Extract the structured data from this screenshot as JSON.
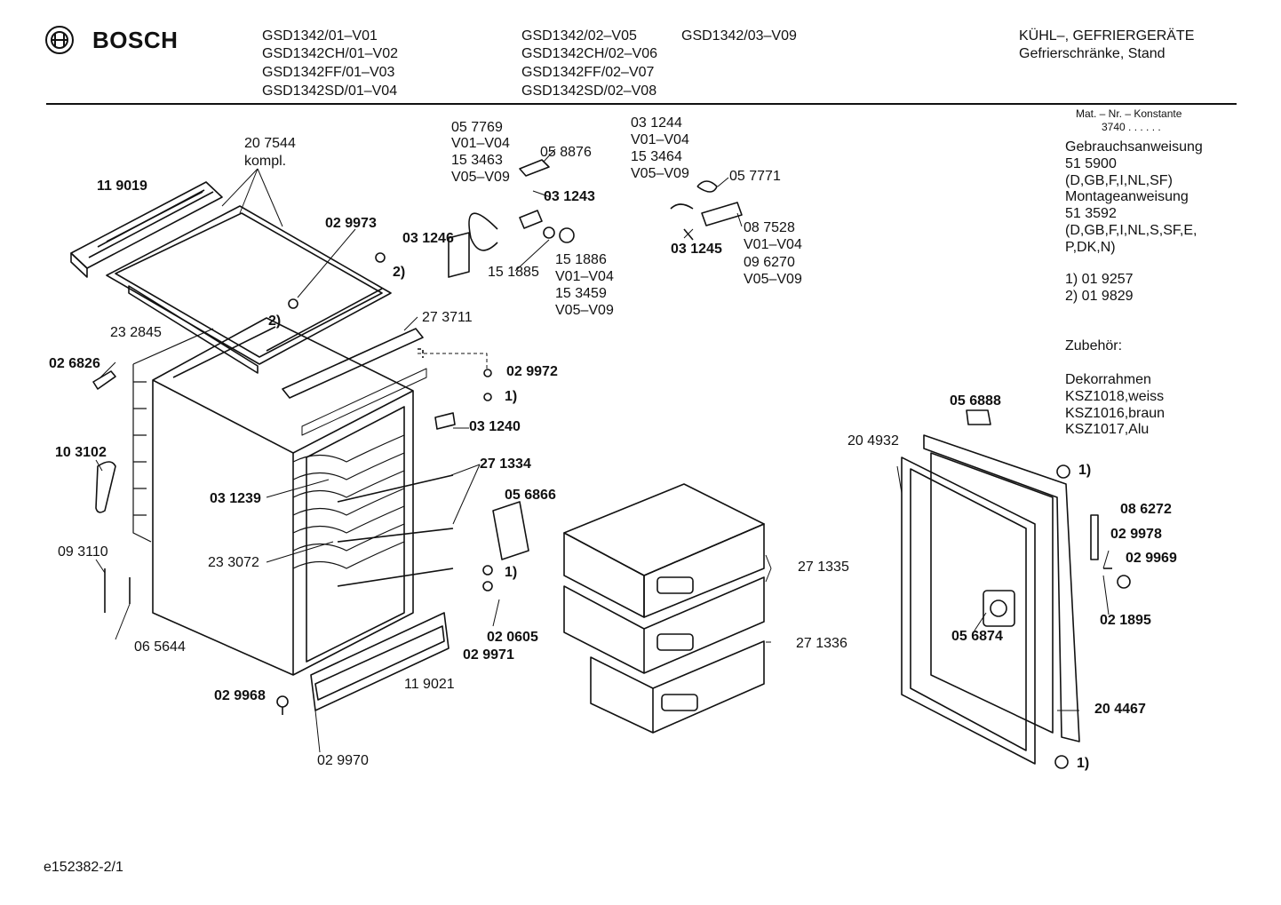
{
  "brand": {
    "name": "BOSCH"
  },
  "header": {
    "models_col1": [
      "GSD1342/01–V01",
      "GSD1342CH/01–V02",
      "GSD1342FF/01–V03",
      "GSD1342SD/01–V04"
    ],
    "models_col2": [
      "GSD1342/02–V05",
      "GSD1342CH/02–V06",
      "GSD1342FF/02–V07",
      "GSD1342SD/02–V08"
    ],
    "model_col3": "GSD1342/03–V09",
    "category": "KÜHL–, GEFRIERGERÄTE",
    "subcategory": "Gefrierschränke, Stand"
  },
  "sidebar": {
    "mat_label": "Mat. – Nr. – Konstante",
    "mat_value": "3740 . .   . . . .",
    "manual_title": "Gebrauchsanweisung",
    "manual_number": "51 5900",
    "manual_langs": "(D,GB,F,I,NL,SF)",
    "mount_title": "Montageanweisung",
    "mount_number": "51 3592",
    "mount_langs1": "(D,GB,F,I,NL,S,SF,E,",
    "mount_langs2": "P,DK,N)",
    "fn1": "1)  01 9257",
    "fn2": "2)  01 9829",
    "acc_title": "Zubehör:",
    "frame_title": "Dekorrahmen",
    "frame1": "KSZ1018,weiss",
    "frame2": "KSZ1016,braun",
    "frame3": "KSZ1017,Alu"
  },
  "parts": {
    "p207544": "20 7544",
    "p207544_note": "kompl.",
    "p119019": "11 9019",
    "p029973": "02 9973",
    "fn2a": "2)",
    "fn2b": "2)",
    "p232845": "23 2845",
    "p026826": "02 6826",
    "p103102": "10 3102",
    "p093110": "09 3110",
    "p065644": "06 5644",
    "p029968": "02 9968",
    "p029970": "02 9970",
    "p119021": "11 9021",
    "p031239": "03 1239",
    "p233072": "23 3072",
    "p273711": "27 3711",
    "p029972": "02 9972",
    "fn1a": "1)",
    "p031240": "03 1240",
    "p271334": "27 1334",
    "p056866": "05 6866",
    "fn1b": "1)",
    "p020605": "02 0605",
    "p029971": "02 9971",
    "p057769": "05 7769",
    "v1": "V01–V04",
    "p153463": "15 3463",
    "v2": "V05–V09",
    "p058876": "05 8876",
    "p031243": "03 1243",
    "p031246": "03 1246",
    "p151885": "15 1885",
    "p151886": "15 1886",
    "v3": "V01–V04",
    "p153459": "15 3459",
    "v4": "V05–V09",
    "p031244": "03 1244",
    "v5": "V01–V04",
    "p153464": "15 3464",
    "v6": "V05–V09",
    "p057771": "05 7771",
    "p031245": "03 1245",
    "p087528": "08 7528",
    "v7": "V01–V04",
    "p096270": "09 6270",
    "v8": "V05–V09",
    "p271335": "27 1335",
    "p271336": "27 1336",
    "p204932": "20 4932",
    "p056888": "05 6888",
    "fn1c": "1)",
    "p086272": "08 6272",
    "p029978": "02 9978",
    "p029969": "02 9969",
    "p021895": "02 1895",
    "p056874": "05 6874",
    "p204467": "20 4467",
    "fn1d": "1)"
  },
  "footer": {
    "code": "e152382-2/1"
  }
}
